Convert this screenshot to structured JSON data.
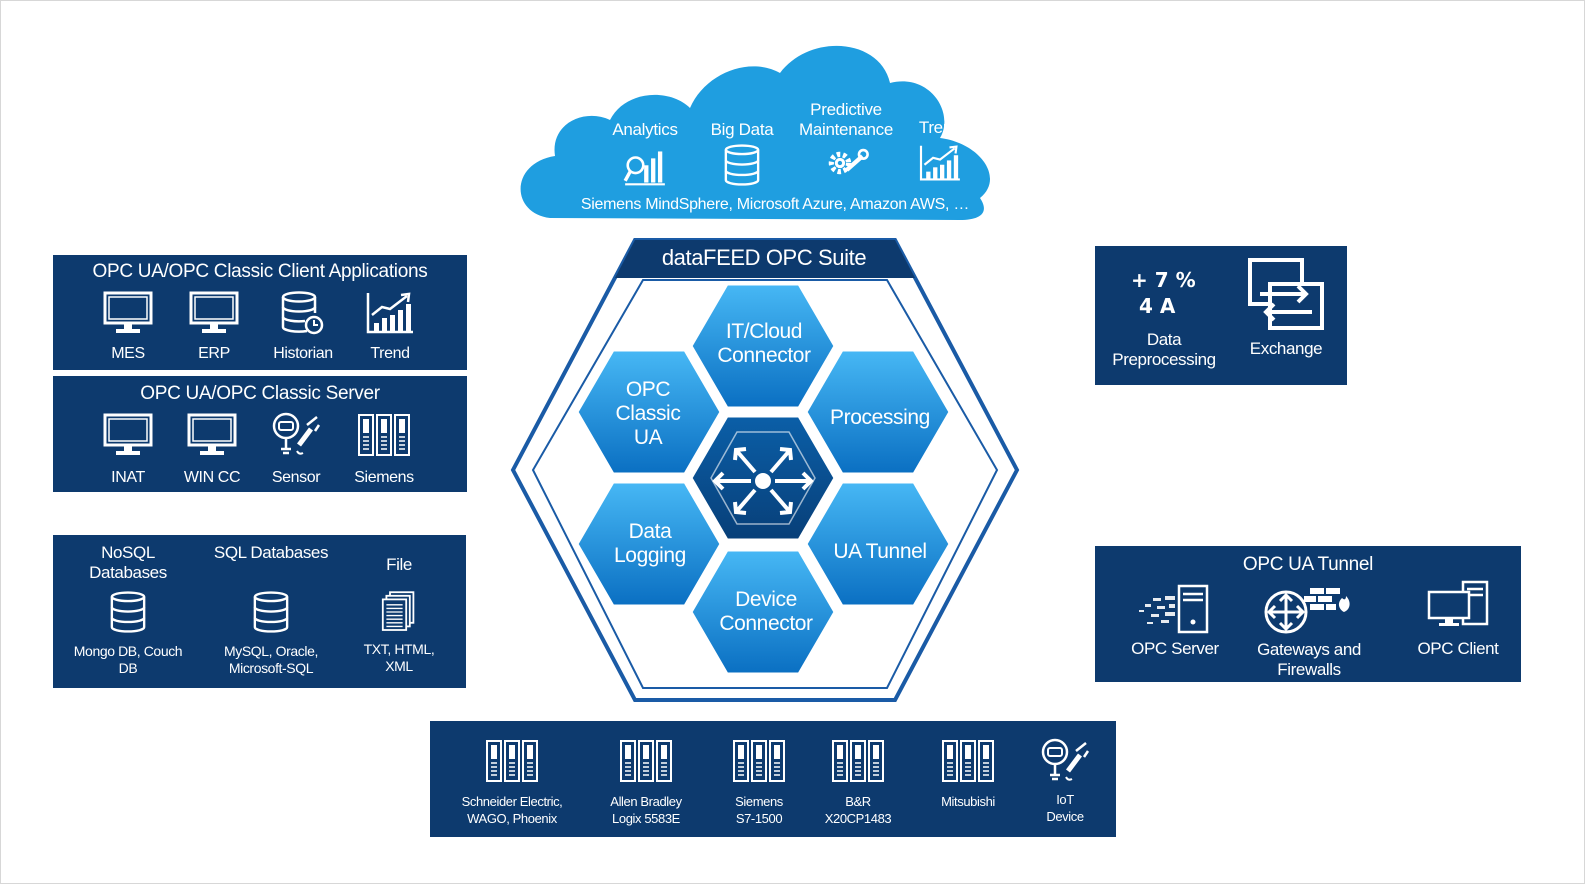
{
  "cloud": {
    "items": [
      {
        "label": "Analytics",
        "icon": "analytics-icon"
      },
      {
        "label": "Big Data",
        "icon": "database-icon"
      },
      {
        "label": "Predictive Maintenance",
        "icon": "gear-wrench-icon"
      },
      {
        "label": "Trend",
        "icon": "trend-chart-icon"
      }
    ],
    "platforms": "Siemens MindSphere, Microsoft Azure, Amazon AWS, …"
  },
  "client_apps": {
    "title": "OPC UA/OPC Classic Client Applications",
    "items": [
      {
        "label": "MES",
        "icon": "monitor-icon"
      },
      {
        "label": "ERP",
        "icon": "monitor-icon"
      },
      {
        "label": "Historian",
        "icon": "database-clock-icon"
      },
      {
        "label": "Trend",
        "icon": "trend-chart-icon"
      }
    ]
  },
  "classic_server": {
    "title": "OPC UA/OPC Classic Server",
    "items": [
      {
        "label": "INAT",
        "icon": "monitor-icon"
      },
      {
        "label": "WIN CC",
        "icon": "monitor-icon"
      },
      {
        "label": "Sensor",
        "icon": "sensor-icon"
      },
      {
        "label": "Siemens",
        "icon": "plc-icon"
      }
    ]
  },
  "databases": {
    "items": [
      {
        "heading": "NoSQL Databases",
        "detail": "Mongo DB, Couch DB",
        "icon": "database-icon"
      },
      {
        "heading": "SQL Databases",
        "detail": "MySQL, Oracle, Microsoft-SQL",
        "icon": "database-icon"
      },
      {
        "heading": "File",
        "detail": "TXT, HTML, XML",
        "icon": "file-stack-icon"
      }
    ]
  },
  "suite": {
    "title": "dataFEED OPC Suite",
    "modules": {
      "cloud": "IT/Cloud Connector",
      "classic": "OPC Classic UA",
      "processing": "Processing",
      "logging": "Data Logging",
      "tunnel": "UA Tunnel",
      "device": "Device Connector"
    },
    "center_icon": "arrows-hub-icon"
  },
  "preprocessing": {
    "items": [
      {
        "label": "Data Preprocessing",
        "icon": "math-symbols-icon",
        "symbols": [
          "+ 7 %",
          "4 A"
        ]
      },
      {
        "label": "Exchange",
        "icon": "exchange-arrows-icon"
      }
    ]
  },
  "tunnel": {
    "title": "OPC UA Tunnel",
    "items": [
      {
        "label": "OPC Server",
        "icon": "server-icon"
      },
      {
        "label": "Gateways and Firewalls",
        "icon": "gateway-firewall-icon"
      },
      {
        "label": "OPC Client",
        "icon": "client-computer-icon"
      }
    ]
  },
  "devices": {
    "items": [
      {
        "line1": "Schneider Electric,",
        "line2": "WAGO, Phoenix",
        "icon": "plc-icon"
      },
      {
        "line1": "Allen Bradley",
        "line2": "Logix 5583E",
        "icon": "plc-icon"
      },
      {
        "line1": "Siemens",
        "line2": "S7-1500",
        "icon": "plc-icon"
      },
      {
        "line1": "B&R",
        "line2": "X20CP1483",
        "icon": "plc-icon"
      },
      {
        "line1": "Mitsubishi",
        "line2": "",
        "icon": "plc-icon"
      },
      {
        "line1": "IoT",
        "line2": "Device",
        "icon": "sensor-icon"
      }
    ]
  },
  "colors": {
    "navy": "#0d3a6e",
    "cloud": "#1f9ee0",
    "hex_light": "#35aef0",
    "hex_dark": "#0a6fc2",
    "outline": "#1a5ba6"
  }
}
